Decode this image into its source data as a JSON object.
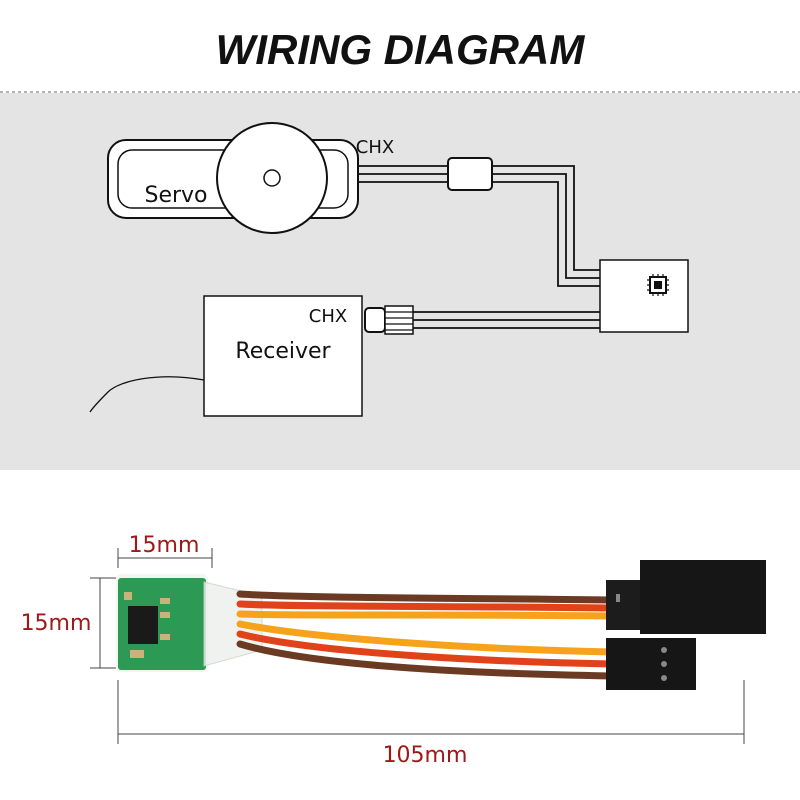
{
  "header": {
    "title": "WIRING DIAGRAM"
  },
  "diagram": {
    "servo_label": "Servo",
    "servo_port": "CHX",
    "receiver_label": "Receiver",
    "receiver_port": "CHX",
    "module_icon": "chip-icon"
  },
  "dimensions": {
    "board_width": "15mm",
    "board_height": "15mm",
    "total_length": "105mm"
  },
  "colors": {
    "panel_bg": "#e4e4e4",
    "wire_brown": "#6b3a22",
    "wire_red": "#e0421a",
    "wire_orange": "#f7a21b",
    "pcb_green": "#2c9a55",
    "dimension_red": "#a01818"
  }
}
